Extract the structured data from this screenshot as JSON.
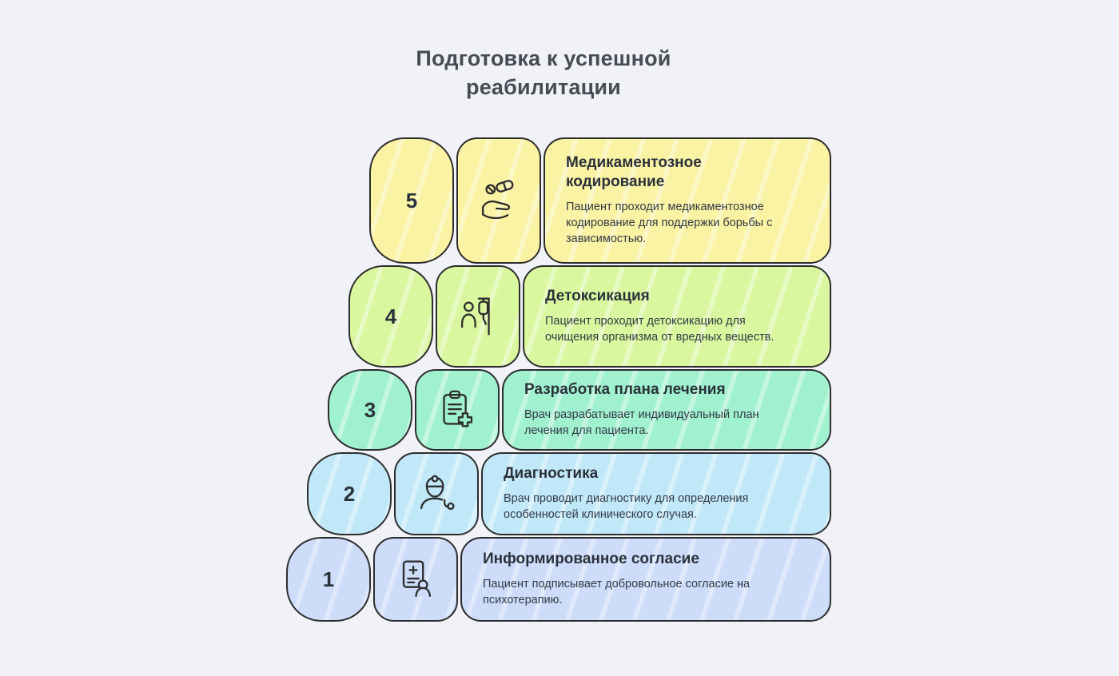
{
  "title": "Подготовка к успешной реабилитации",
  "colors": {
    "background": "#f1f2f7",
    "border": "#2d2d2d",
    "title_text": "#474c54",
    "body_text": "#333945"
  },
  "steps": [
    {
      "number": "5",
      "title": "Медикаментозное кодирование",
      "description": "Пациент проходит медикаментозное кодирование для поддержки борьбы с зависимостью.",
      "color": "#faf3a3",
      "icon": "pills-hand-icon"
    },
    {
      "number": "4",
      "title": "Детоксикация",
      "description": "Пациент проходит детоксикацию для очищения организма от вредных веществ.",
      "color": "#d9f79e",
      "icon": "iv-drip-icon"
    },
    {
      "number": "3",
      "title": "Разработка плана лечения",
      "description": "Врач разрабатывает индивидуальный план лечения для пациента.",
      "color": "#a0f1cf",
      "icon": "clipboard-plus-icon"
    },
    {
      "number": "2",
      "title": "Диагностика",
      "description": "Врач проводит диагностику для определения особенностей клинического случая.",
      "color": "#c1e8f8",
      "icon": "doctor-icon"
    },
    {
      "number": "1",
      "title": "Информированное согласие",
      "description": "Пациент подписывает добровольное согласие на психотерапию.",
      "color": "#ccdcf9",
      "icon": "document-person-icon"
    }
  ]
}
